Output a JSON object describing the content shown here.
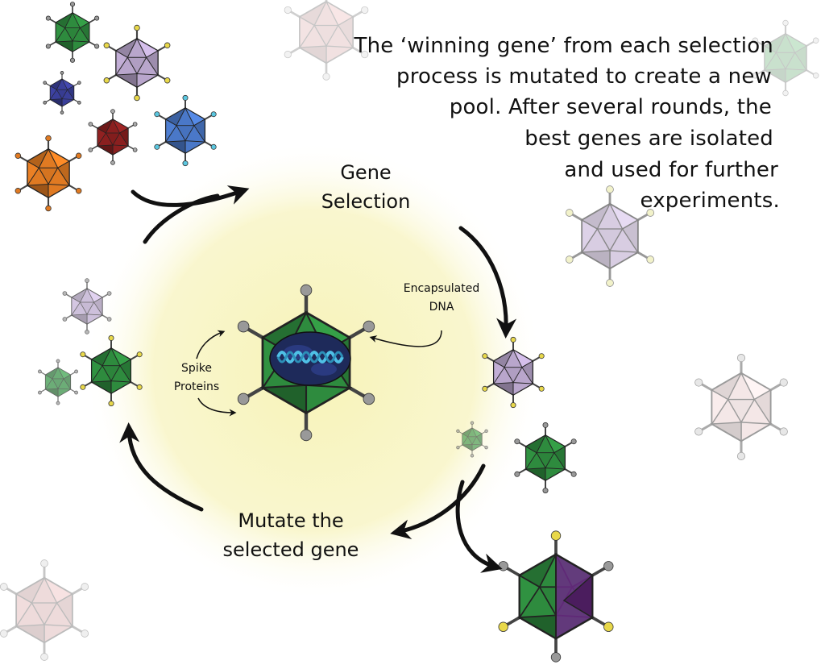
{
  "description_text": {
    "lines": [
      "The ‘winning gene’ from each selection",
      "process is mutated to create a new",
      "pool. After several rounds, the",
      "best genes are isolated",
      "and used for further",
      "experiments."
    ]
  },
  "cycle": {
    "step_selection": [
      "Gene",
      "Selection"
    ],
    "step_mutation": [
      "Mutate the",
      "selected gene"
    ]
  },
  "center_virus": {
    "label_dna": [
      "Encapsulated",
      "DNA"
    ],
    "label_spikes": [
      "Spike",
      "Proteins"
    ]
  },
  "colors": {
    "glow": "#f7f3b8",
    "green": "#2e8b3e",
    "lilac": "#b9a6cc",
    "purple": "#6b2a86",
    "navy": "#3a3f9a",
    "maroon": "#8a1f1f",
    "orange": "#e07a22",
    "blue": "#4a78c8",
    "faded_red": "#c98b8b",
    "faded_pink": "#e7cccc",
    "arrow": "#111111"
  }
}
